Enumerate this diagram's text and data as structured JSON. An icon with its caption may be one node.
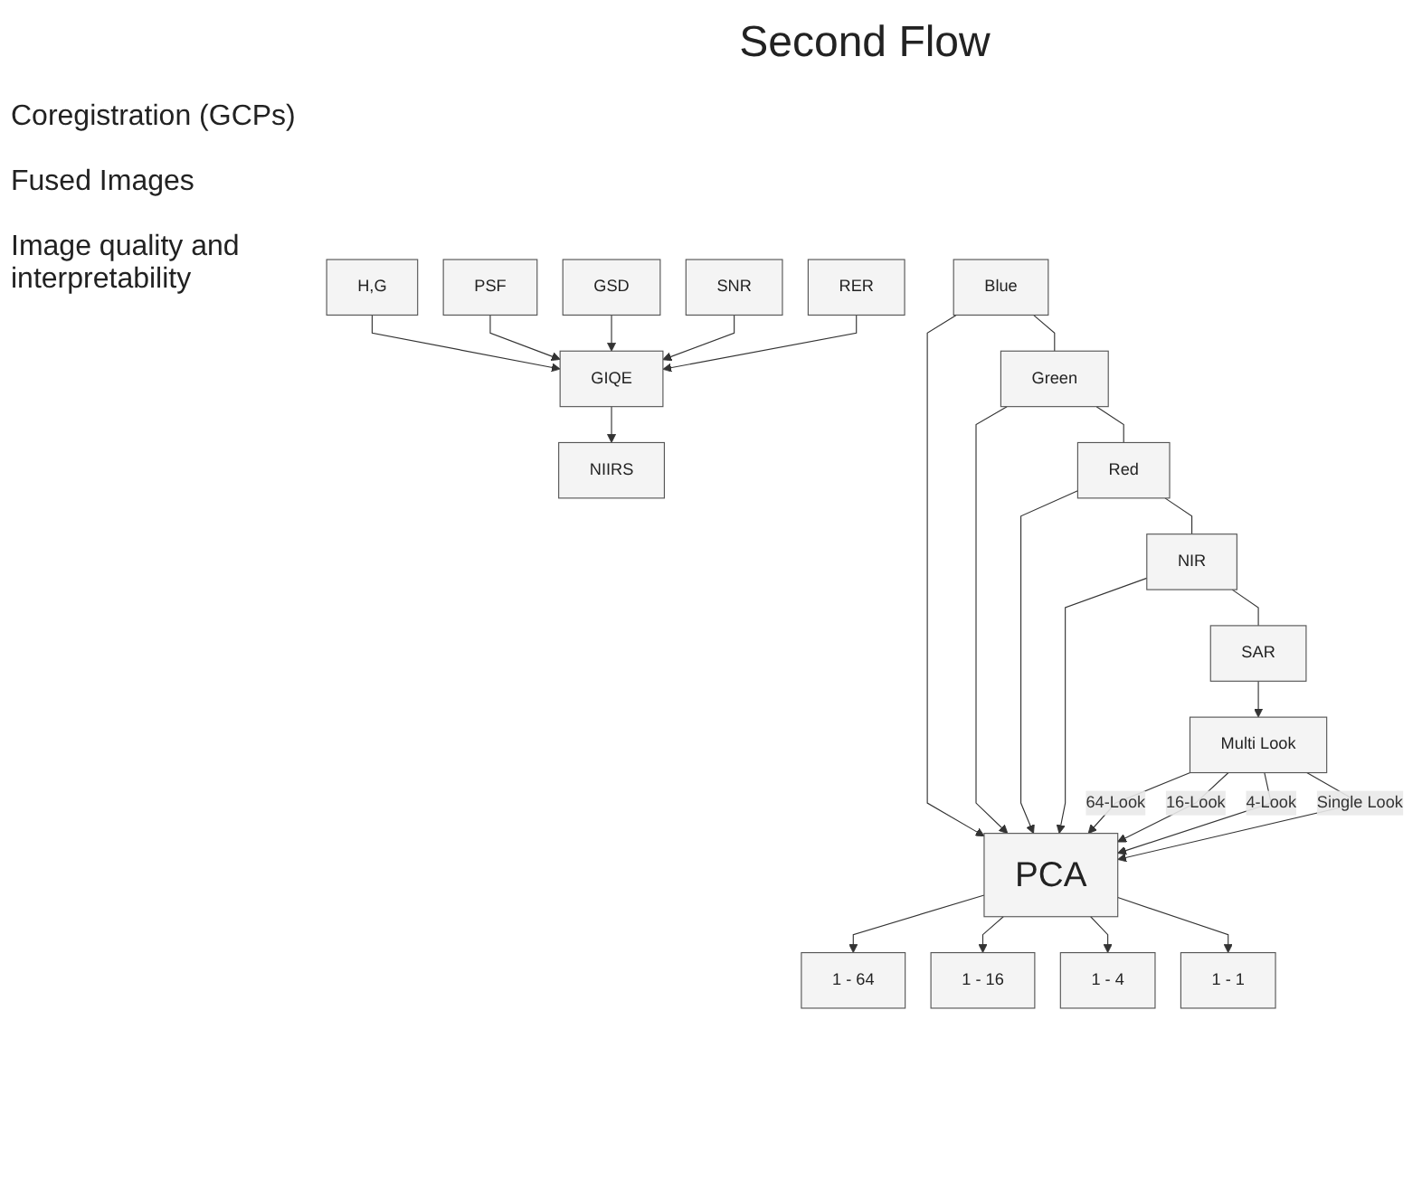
{
  "diagram": {
    "title": "Second Flow",
    "nodes": [
      {
        "text": [
          "Blue"
        ]
      },
      {
        "text": [
          "Green"
        ]
      },
      {
        "text": [
          "Red"
        ]
      },
      {
        "text": [
          "NIR"
        ]
      },
      {
        "text": [
          "SAR"
        ]
      },
      {
        "text": [
          "PCA"
        ]
      },
      {
        "text": [
          "Multi Look"
        ]
      },
      {
        "text": [
          "1 - 1"
        ]
      },
      {
        "text": [
          "1 - 4"
        ]
      },
      {
        "text": [
          "1 - 16"
        ]
      },
      {
        "text": [
          "1 - 64"
        ]
      },
      {
        "text": [
          "RER"
        ]
      },
      {
        "text": [
          "SNR"
        ]
      },
      {
        "text": [
          "GSD"
        ]
      },
      {
        "text": [
          "PSF"
        ]
      },
      {
        "text": [
          "H,G"
        ]
      },
      {
        "text": [
          "GIQE"
        ]
      },
      {
        "text": [
          "NIIRS"
        ]
      }
    ],
    "edges": [
      {
        "from": 0,
        "to": 1,
        "arrow": "none"
      },
      {
        "from": 1,
        "to": 2,
        "arrow": "none"
      },
      {
        "from": 2,
        "to": 3,
        "arrow": "none"
      },
      {
        "from": 3,
        "to": 4,
        "arrow": "none"
      },
      {
        "from": 0,
        "to": 5,
        "arrow": "to"
      },
      {
        "from": 1,
        "to": 5,
        "arrow": "to"
      },
      {
        "from": 2,
        "to": 5,
        "arrow": "to"
      },
      {
        "from": 3,
        "to": 5,
        "arrow": "to"
      },
      {
        "from": 4,
        "to": 6,
        "arrow": "to"
      },
      {
        "from": 6,
        "to": 5,
        "arrow": "to",
        "label": "Single Look"
      },
      {
        "from": 6,
        "to": 5,
        "arrow": "to",
        "label": "4-Look"
      },
      {
        "from": 6,
        "to": 5,
        "arrow": "to",
        "label": "16-Look"
      },
      {
        "from": 6,
        "to": 5,
        "arrow": "to",
        "label": "64-Look"
      },
      {
        "from": 5,
        "to": 7,
        "arrow": "to"
      },
      {
        "from": 5,
        "to": 8,
        "arrow": "to"
      },
      {
        "from": 5,
        "to": 9,
        "arrow": "to"
      },
      {
        "from": 5,
        "to": 10,
        "arrow": "to"
      },
      {
        "from": 11,
        "to": 16,
        "arrow": "to"
      },
      {
        "from": 12,
        "to": 16,
        "arrow": "to"
      },
      {
        "from": 13,
        "to": 16,
        "arrow": "to"
      },
      {
        "from": 14,
        "to": 16,
        "arrow": "to"
      },
      {
        "from": 15,
        "to": 16,
        "arrow": "to"
      },
      {
        "from": 16,
        "to": 17,
        "arrow": "to"
      }
    ],
    "labels": [
      "Coregistration (GCPs)",
      "Fused Images",
      "Image quality and interpretability"
    ]
  }
}
